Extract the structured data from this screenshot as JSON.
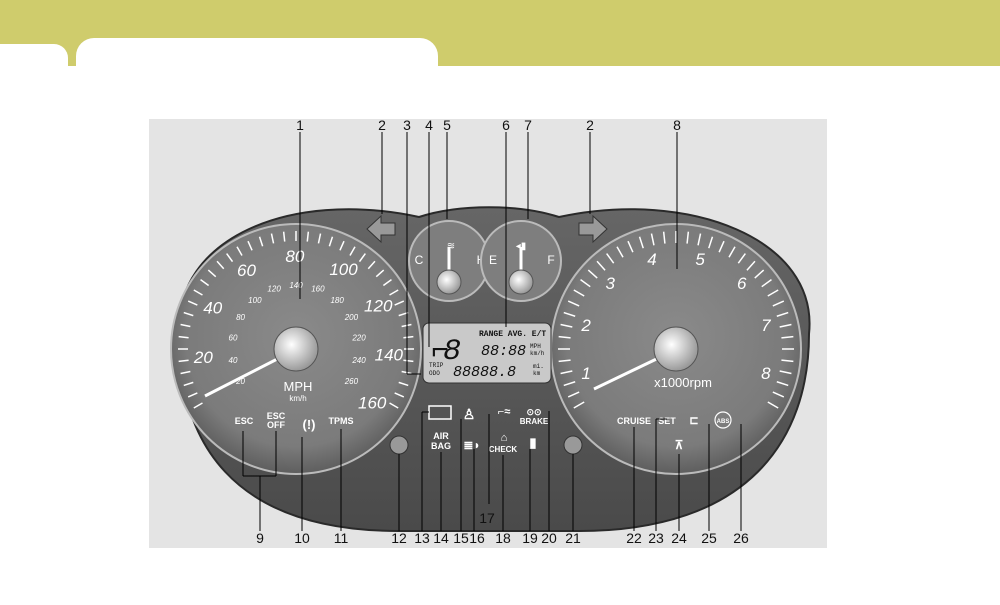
{
  "speedometer": {
    "major": [
      "20",
      "40",
      "60",
      "80",
      "100",
      "120",
      "140",
      "160"
    ],
    "minor": [
      "20",
      "40",
      "60",
      "80",
      "100",
      "120",
      "140",
      "160",
      "180",
      "200",
      "220",
      "240",
      "260"
    ],
    "unit": "MPH",
    "sub_unit": "km/h"
  },
  "tachometer": {
    "numbers": [
      "1",
      "2",
      "3",
      "4",
      "5",
      "6",
      "7",
      "8"
    ],
    "unit": "x1000rpm"
  },
  "temp_gauge": {
    "low": "C",
    "high": "H"
  },
  "fuel_gauge": {
    "low": "E",
    "high": "F"
  },
  "lcd": {
    "gear": "8",
    "range_avg": "RANGE AVG. E/T",
    "trip": "TRIP",
    "odo": "ODO",
    "time_digits": "88:88",
    "speed_unit_top": "MPH",
    "speed_unit_bottom": "km/h",
    "odo_digits": "88888.8",
    "dist_unit_top": "mi.",
    "dist_unit_bottom": "km"
  },
  "indicators": {
    "esc": "ESC",
    "esc_off_top": "ESC",
    "esc_off_bottom": "OFF",
    "tpms_symbol": "(!)",
    "tpms": "TPMS",
    "airbag_top": "AIR",
    "airbag_bottom": "BAG",
    "check": "CHECK",
    "brake": "BRAKE",
    "cruise": "CRUISE",
    "set": "SET",
    "abs": "ABS"
  },
  "callouts": [
    "1",
    "2",
    "3",
    "4",
    "5",
    "6",
    "7",
    "2",
    "8",
    "9",
    "10",
    "11",
    "12",
    "13",
    "14",
    "15",
    "16",
    "17",
    "18",
    "19",
    "20",
    "21",
    "22",
    "23",
    "24",
    "25",
    "26"
  ]
}
